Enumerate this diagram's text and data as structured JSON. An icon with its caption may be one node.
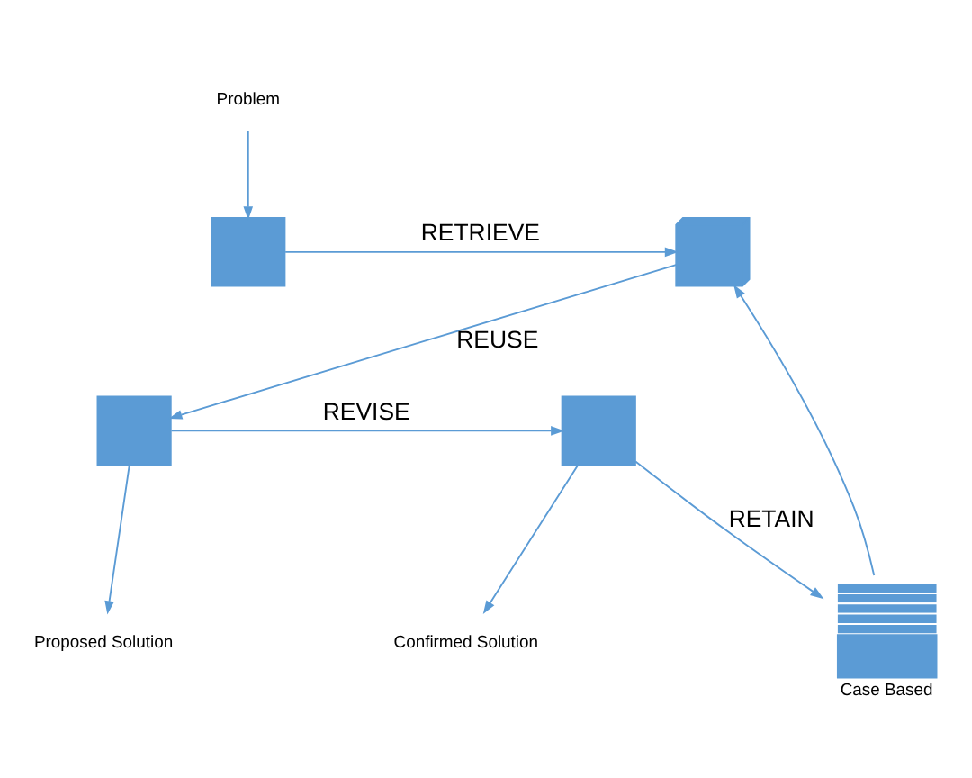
{
  "diagram": {
    "nodes": [
      {
        "text": [
          "Problem"
        ]
      },
      {
        "text": [],
        "shape": "box"
      },
      {
        "text": [],
        "shape": "box"
      },
      {
        "text": [],
        "shape": "box",
        "beside": [
          "Case Based"
        ]
      },
      {
        "text": [],
        "shape": "box"
      },
      {
        "text": [],
        "shape": "box"
      },
      {
        "text": [
          "Confirmed Solution"
        ]
      },
      {
        "text": [
          "Proposed Solution"
        ]
      }
    ],
    "edges": [
      {
        "from": 0,
        "to": 1,
        "arrow": "to"
      },
      {
        "from": 1,
        "to": 2,
        "arrow": "to",
        "label": "RETRIEVE"
      },
      {
        "from": 3,
        "to": 2,
        "arrow": "to"
      },
      {
        "from": 2,
        "to": 5,
        "arrow": "to",
        "label": "REUSE"
      },
      {
        "from": 5,
        "to": 4,
        "arrow": "to",
        "label": "REVISE"
      },
      {
        "from": 4,
        "to": 3,
        "arrow": "to",
        "label": "RETAIN"
      },
      {
        "from": 4,
        "to": 6,
        "arrow": "to"
      },
      {
        "from": 5,
        "to": 7,
        "arrow": "to"
      }
    ]
  }
}
